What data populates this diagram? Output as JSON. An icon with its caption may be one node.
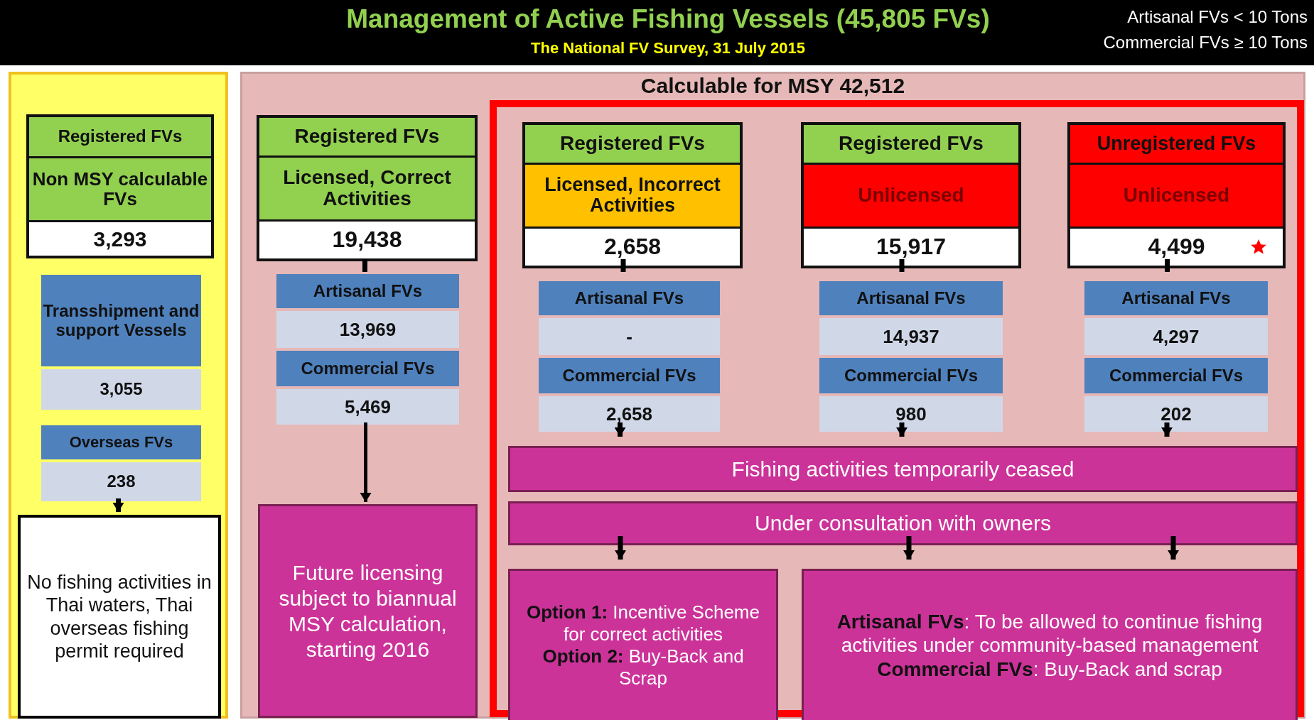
{
  "diagram": {
    "title": "Management of Active Fishing Vessels (45,805 FVs)",
    "nodes": [
      {
        "text": [],
        "shape": "box"
      },
      {
        "text": [
          "Calculable for MSY 42,512"
        ]
      },
      {
        "text": [],
        "shape": "box",
        "in": 1
      },
      {
        "text": [
          "Registered FVs",
          "Non MSY calculable FVs",
          "3,293"
        ],
        "in": 0
      },
      {
        "text": [
          "Transshipment and support Vessels",
          "3,055"
        ],
        "in": 0
      },
      {
        "text": [
          "Overseas FVs",
          "238"
        ],
        "in": 0
      },
      {
        "text": [
          "No fishing activities in Thai waters, Thai overseas fishing permit required"
        ],
        "in": 0
      },
      {
        "text": [
          "Registered FVs",
          "Licensed, Correct Activities",
          "19,438"
        ],
        "in": 1
      },
      {
        "text": [
          "Artisanal FVs",
          "13,969",
          "Commercial FVs",
          "5,469"
        ],
        "in": 1
      },
      {
        "text": [
          "Future licensing subject to biannual MSY calculation, starting 2016"
        ],
        "in": 1
      },
      {
        "text": [
          "Registered FVs",
          "Licensed, Incorrect Activities",
          "2,658"
        ],
        "in": 2
      },
      {
        "text": [
          "Artisanal FVs",
          "-",
          "Commercial FVs",
          "2,658"
        ],
        "in": 2
      },
      {
        "text": [
          "Registered FVs",
          "Unlicensed",
          "15,917"
        ],
        "in": 2
      },
      {
        "text": [
          "Artisanal FVs",
          "14,937",
          "Commercial FVs",
          "980"
        ],
        "in": 2
      },
      {
        "text": [
          "Unregistered FVs",
          "Unlicensed",
          "4,499"
        ],
        "in": 2
      },
      {
        "text": [
          "Artisanal FVs",
          "4,297",
          "Commercial FVs",
          "202"
        ],
        "in": 2
      },
      {
        "text": [
          "Fishing activities temporarily ceased"
        ],
        "in": 2
      },
      {
        "text": [
          "Under consultation with owners"
        ],
        "in": 2
      },
      {
        "text": [
          "**Option 1:** Incentive Scheme for correct activities",
          "**Option 2:** Buy-Back and Scrap"
        ],
        "in": 2
      },
      {
        "text": [
          "**Artisanal FVs**: To be allowed to continue fishing activities under community-based management",
          "**Commercial FVs**: Buy-Back and scrap"
        ],
        "in": 2
      }
    ],
    "edges": [
      {
        "from": 5,
        "to": 6,
        "arrow": "to"
      },
      {
        "from": 7,
        "to": 8,
        "arrow": "none"
      },
      {
        "from": 8,
        "to": 9,
        "arrow": "to"
      },
      {
        "from": 10,
        "to": 11,
        "arrow": "none"
      },
      {
        "from": 12,
        "to": 13,
        "arrow": "none"
      },
      {
        "from": 14,
        "to": 15,
        "arrow": "none"
      },
      {
        "from": 11,
        "to": 16,
        "arrow": "to"
      },
      {
        "from": 13,
        "to": 16,
        "arrow": "to"
      },
      {
        "from": 15,
        "to": 16,
        "arrow": "to"
      },
      {
        "from": 17,
        "to": 18,
        "arrow": "to"
      },
      {
        "from": 17,
        "to": 19,
        "arrow": "to"
      },
      {
        "from": 17,
        "to": 19,
        "arrow": "to"
      }
    ],
    "labels": [
      "The National FV Survey, 31 July 2015",
      "Artisanal FVs < 10 Tons",
      "Commercial FVs ≥ 10 Tons"
    ]
  }
}
